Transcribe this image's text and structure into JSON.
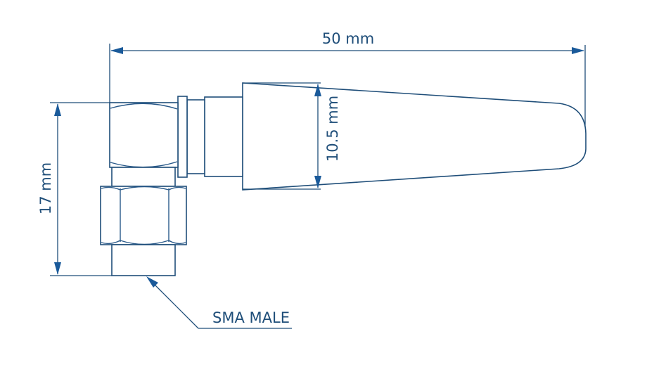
{
  "drawing": {
    "title": "SMA male right-angle antenna dimension drawing",
    "line_color": "#1f4e79",
    "arrow_color": "#1a5a9a",
    "background": "#ffffff"
  },
  "dimensions": {
    "overall_length": {
      "label": "50 mm",
      "value": 50,
      "unit": "mm",
      "orientation": "horizontal"
    },
    "antenna_diameter": {
      "label": "10.5 mm",
      "value": 10.5,
      "unit": "mm",
      "orientation": "vertical"
    },
    "connector_height": {
      "label": "17 mm",
      "value": 17,
      "unit": "mm",
      "orientation": "vertical"
    }
  },
  "callouts": {
    "connector": {
      "label": "SMA MALE"
    }
  },
  "parts": [
    {
      "name": "barrel-nut"
    },
    {
      "name": "flange"
    },
    {
      "name": "neck"
    },
    {
      "name": "collar"
    },
    {
      "name": "antenna-body"
    },
    {
      "name": "hex-nut"
    },
    {
      "name": "connector-body"
    }
  ]
}
